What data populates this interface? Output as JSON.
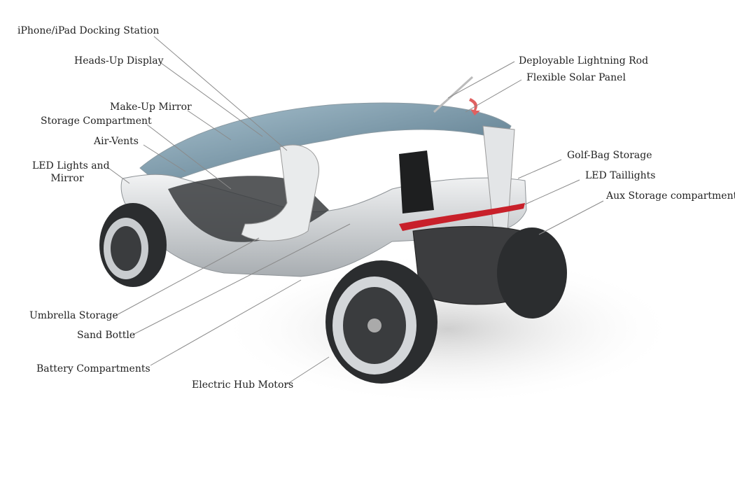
{
  "labels": {
    "docking": "iPhone/iPad Docking Station",
    "hud": "Heads-Up Display",
    "mirror": "Make-Up Mirror",
    "storage": "Storage Compartment",
    "vents": "Air-Vents",
    "led_line1": "LED Lights and",
    "led_line2": "Mirror",
    "rod": "Deployable Lightning Rod",
    "solar": "Flexible Solar Panel",
    "golfbag": "Golf-Bag Storage",
    "taillights": "LED Taillights",
    "aux": "Aux Storage compartment",
    "umbrella": "Umbrella Storage",
    "sand": "Sand Bottle",
    "battery": "Battery Compartments",
    "motors": "Electric Hub Motors"
  },
  "colors": {
    "leader": "#8a8a8a",
    "body": "#d9dcdf",
    "canopy": "#6f8fa3",
    "tire": "#2b2d2f",
    "taillight": "#c8202a"
  }
}
